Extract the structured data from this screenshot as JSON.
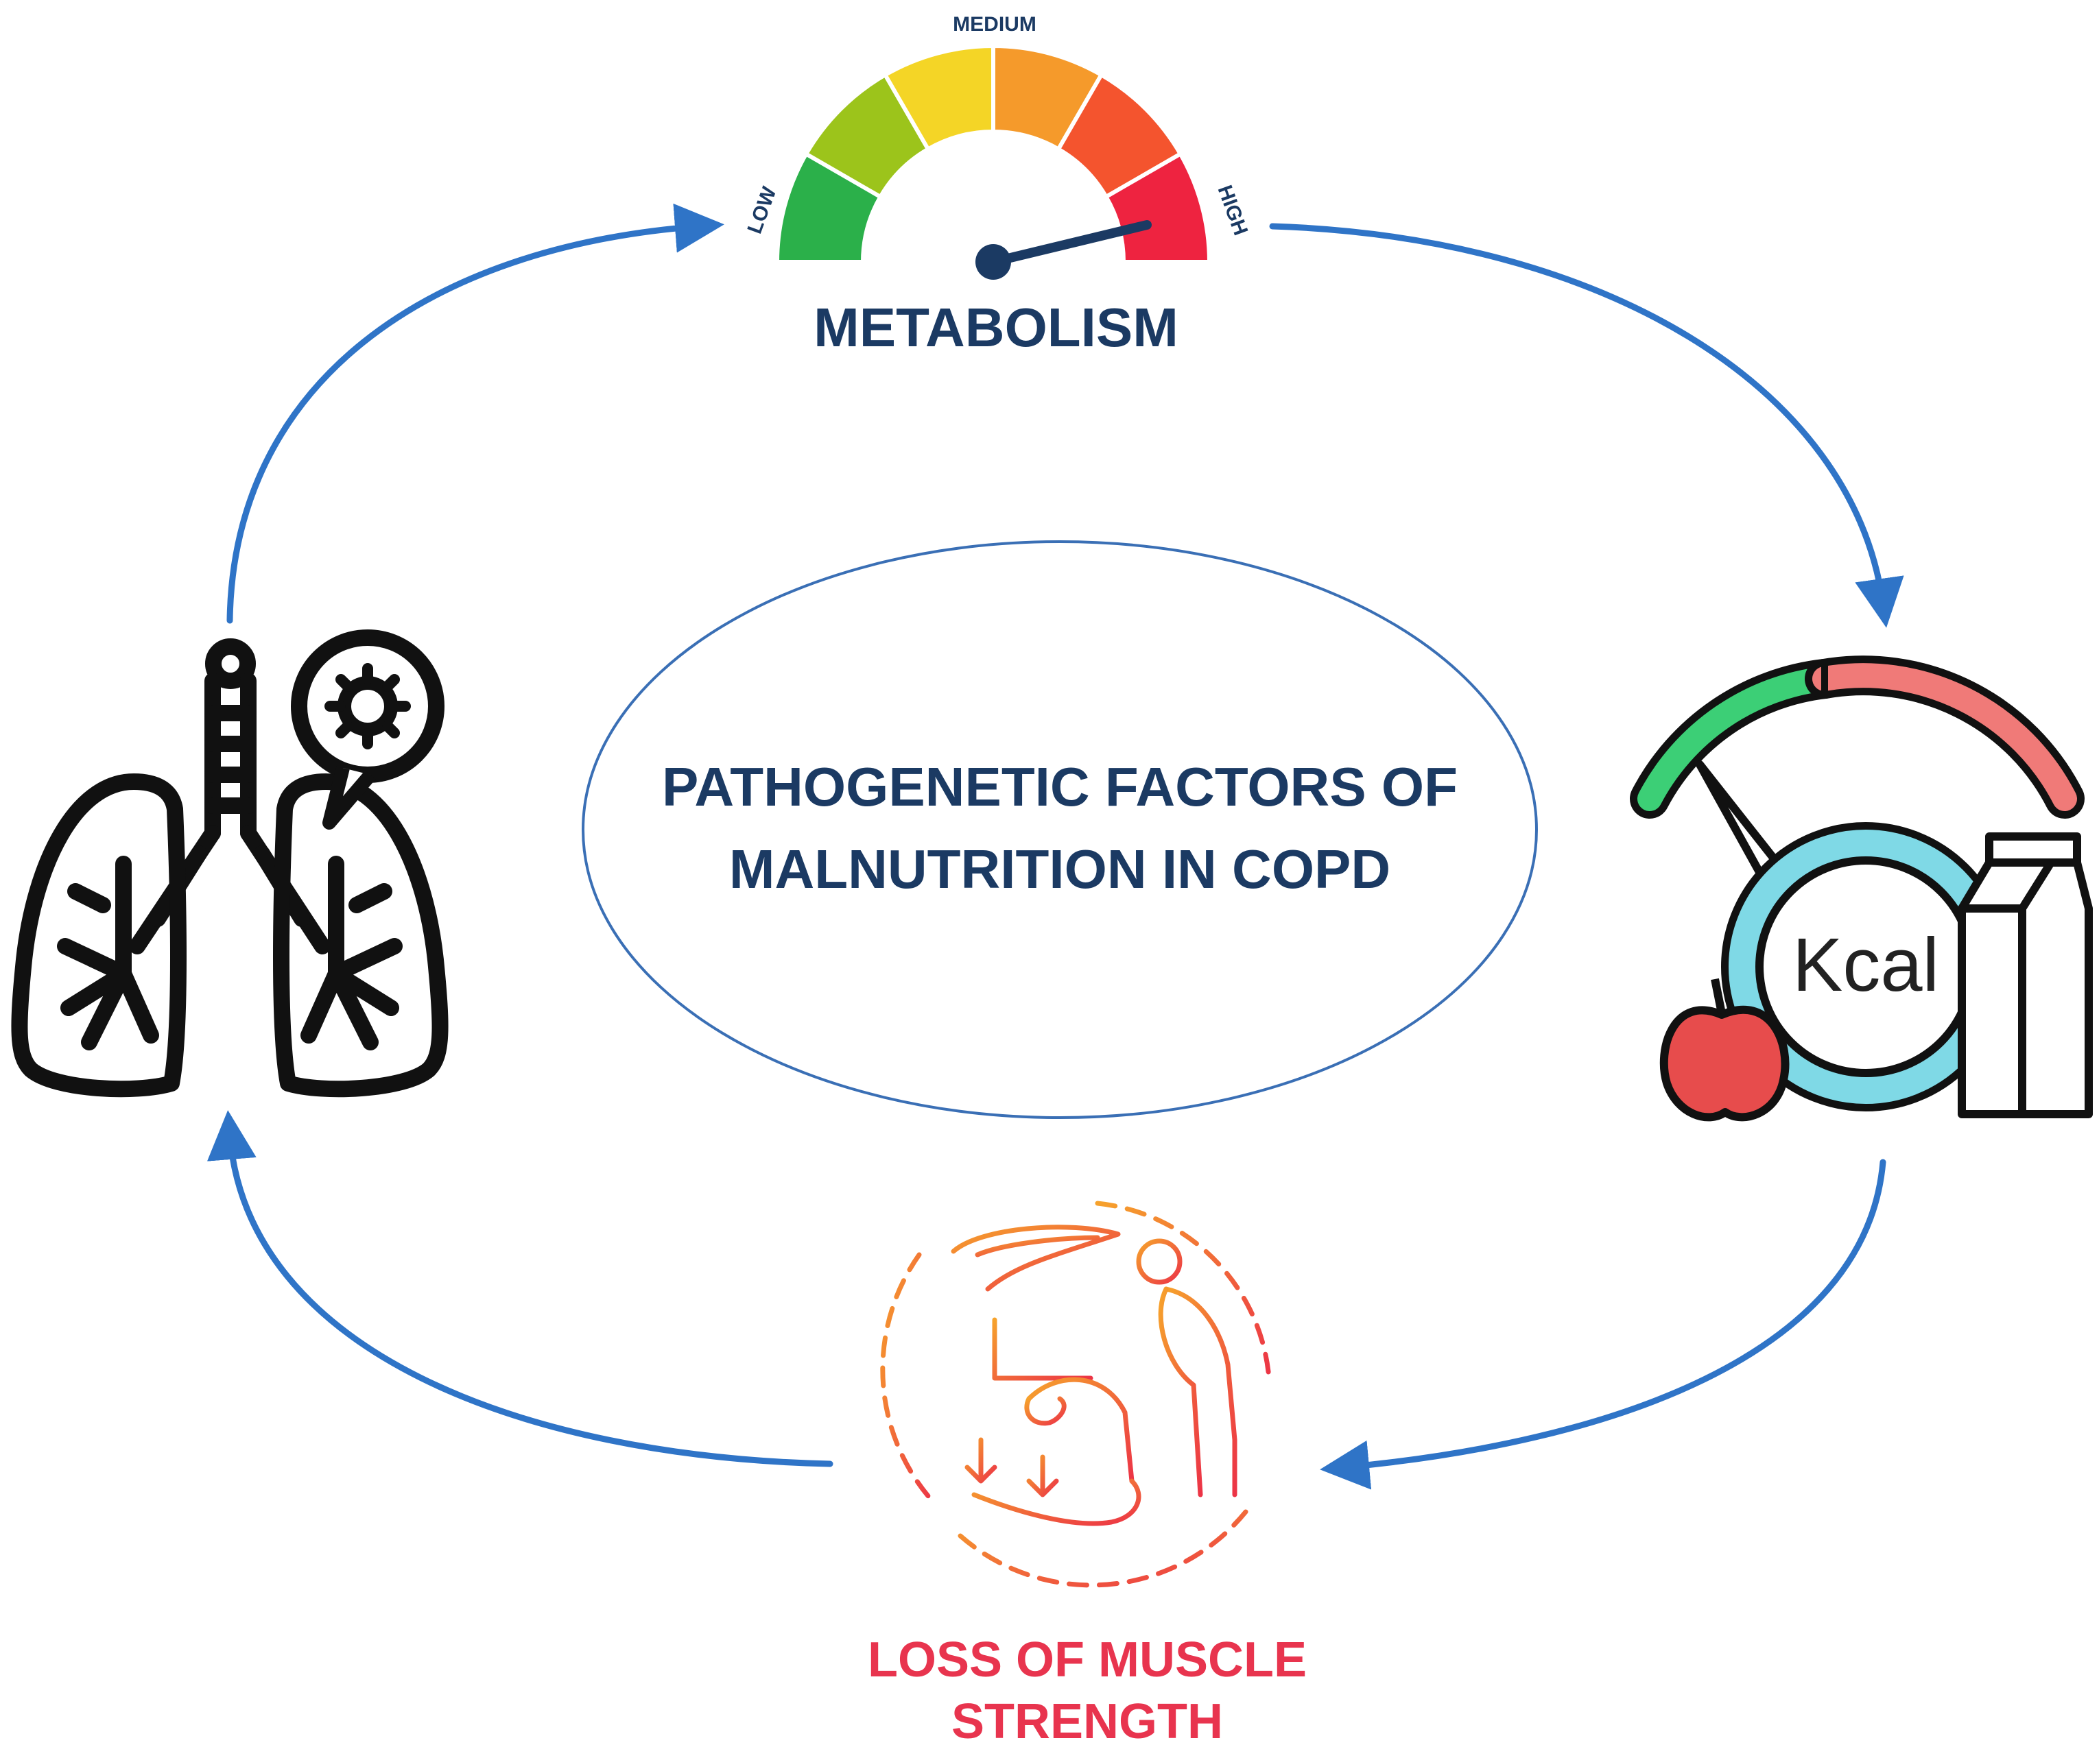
{
  "center_title": {
    "line1": "PATHOGENETIC FACTORS OF",
    "line2": "MALNUTRITION IN COPD"
  },
  "metabolism": {
    "label": "METABOLISM",
    "gauge_low": "LOW",
    "gauge_medium": "MEDIUM",
    "gauge_high": "HIGH",
    "level": "high"
  },
  "kcal": {
    "label": "Kcal"
  },
  "muscle": {
    "line1": "LOSS OF MUSCLE",
    "line2": "STRENGTH"
  },
  "colors": {
    "arrow": "#2f74c7",
    "title": "#1b3a63",
    "metabolism_label": "#1b3a63",
    "muscle_label": "#e8344e",
    "ellipse": "#3a6fb5",
    "gauge_segments": [
      "#2bb04a",
      "#9cc41b",
      "#f4d526",
      "#f59a2b",
      "#f4542e",
      "#ee2340"
    ],
    "kcal_green": "#3ccf76",
    "kcal_red": "#f07a78",
    "kcal_ring": "#7fd9e6",
    "apple": "#e74c4c",
    "muscle_gradient_start": "#f6a22c",
    "muscle_gradient_end": "#ec3446"
  },
  "icons": [
    "lungs-icon",
    "virus-icon",
    "metabolism-gauge-icon",
    "kcal-gauge-icon",
    "apple-icon",
    "milk-carton-icon",
    "muscle-loss-icon"
  ]
}
